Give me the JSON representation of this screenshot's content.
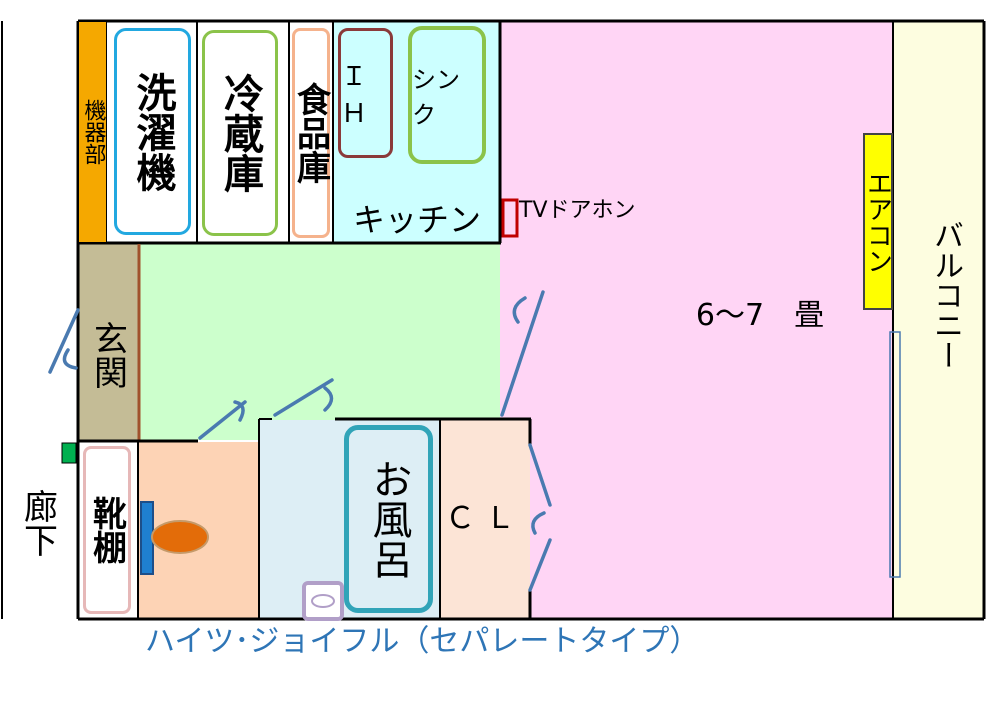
{
  "title": "ハイツ･ジョイフル（セパレートタイプ）",
  "rooms": {
    "equipment": "機器部",
    "washer": "洗濯機",
    "fridge": "冷蔵庫",
    "pantry": "食品庫",
    "ih": "ＩＨ",
    "sink": "シンク",
    "kitchen": "キッチン",
    "tv_intercom": "TVドアホン",
    "main_room": "6～7　畳",
    "aircon": "エアコン",
    "balcony": "バルコニー",
    "entrance": "玄関",
    "corridor": "廊下",
    "shoe_shelf": "靴棚",
    "bath": "お風呂",
    "closet": "ＣＬ"
  },
  "colors": {
    "equipment": "#f5a800",
    "kitchen": "#ccffff",
    "main_room": "#ffd5f5",
    "hall": "#ccffcc",
    "entrance": "#c4bc96",
    "toilet": "#fdd3b5",
    "bathroom": "#ddeef5",
    "closet": "#fce4d6",
    "balcony": "#fdfde0",
    "aircon": "#ffff00",
    "door": "#4a7ab0",
    "title": "#2e75b6"
  }
}
